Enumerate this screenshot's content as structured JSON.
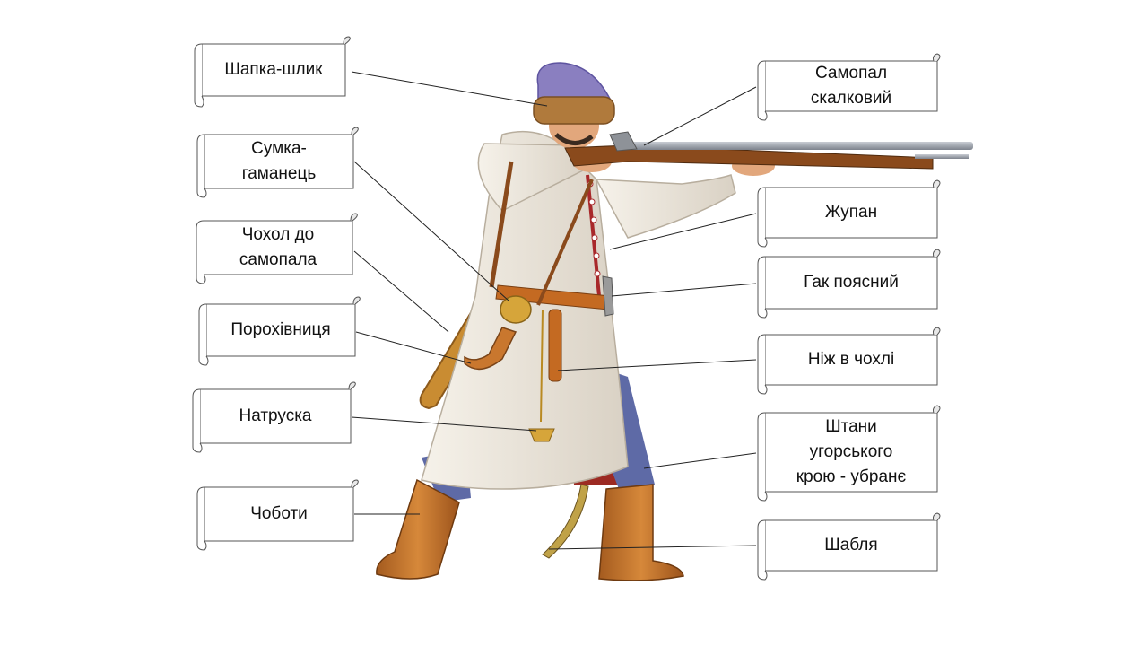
{
  "labels": {
    "hat": "Шапка-шлик",
    "bag": "Сумка-\nгаманець",
    "case": "Чохол до\nсамопала",
    "powder": "Порохівниця",
    "primer": "Натруска",
    "boots": "Чоботи",
    "musket": "Самопал\nскалковий",
    "zhupan": "Жупан",
    "hook": "Гак поясний",
    "knife": "Ніж в чохлі",
    "trousers": "Штани\nугорського\nкрою - убранє",
    "sabre": "Шабля"
  },
  "colors": {
    "coat": "#ece6dc",
    "hat": "#8a7fc0",
    "fur": "#b07a3c",
    "boots": "#c9772e",
    "trousers": "#5e6aa6",
    "belt": "#c46a22",
    "gold": "#d6a53a",
    "gun_stock": "#8a4a1c",
    "barrel": "#9da3ad"
  }
}
